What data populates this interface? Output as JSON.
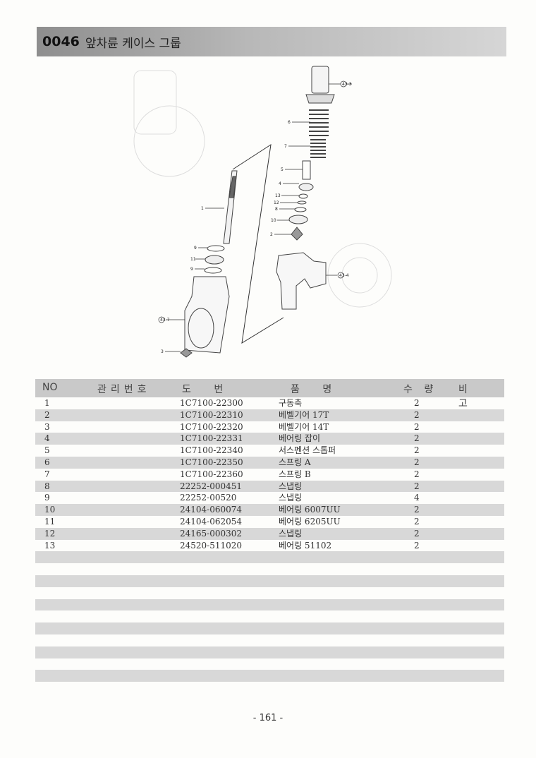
{
  "header": {
    "code": "0046",
    "title": "앞차륜 케이스 그룹"
  },
  "diagram": {
    "callouts": [
      "43-3",
      "6",
      "7",
      "5",
      "4",
      "13",
      "12",
      "8",
      "10",
      "2",
      "43-4",
      "1",
      "9",
      "11",
      "9",
      "43-7",
      "3"
    ]
  },
  "table": {
    "columns": {
      "no": "NO",
      "mgmt": "관리번호",
      "part": "도  번",
      "name": "품  명",
      "qty": "수 량",
      "remark": "비 고"
    },
    "rows": [
      {
        "no": "1",
        "part": "1C7100-22300",
        "name": "구동축",
        "qty": "2"
      },
      {
        "no": "2",
        "part": "1C7100-22310",
        "name": "베벨기어  17T",
        "qty": "2"
      },
      {
        "no": "3",
        "part": "1C7100-22320",
        "name": "베벨기어  14T",
        "qty": "2"
      },
      {
        "no": "4",
        "part": "1C7100-22331",
        "name": "베어링 잡이",
        "qty": "2"
      },
      {
        "no": "5",
        "part": "1C7100-22340",
        "name": "서스펜션 스톱퍼",
        "qty": "2"
      },
      {
        "no": "6",
        "part": "1C7100-22350",
        "name": "스프링 A",
        "qty": "2"
      },
      {
        "no": "7",
        "part": "1C7100-22360",
        "name": "스프링 B",
        "qty": "2"
      },
      {
        "no": "8",
        "part": "22252-000451",
        "name": "스냅링",
        "qty": "2"
      },
      {
        "no": "9",
        "part": "22252-00520",
        "name": "스냅링",
        "qty": "4"
      },
      {
        "no": "10",
        "part": "24104-060074",
        "name": "베어링  6007UU",
        "qty": "2"
      },
      {
        "no": "11",
        "part": "24104-062054",
        "name": "베어링  6205UU",
        "qty": "2"
      },
      {
        "no": "12",
        "part": "24165-000302",
        "name": "스냅링",
        "qty": "2"
      },
      {
        "no": "13",
        "part": "24520-511020",
        "name": "베어링  51102",
        "qty": "2"
      }
    ]
  },
  "footer": {
    "page": "- 161 -"
  }
}
